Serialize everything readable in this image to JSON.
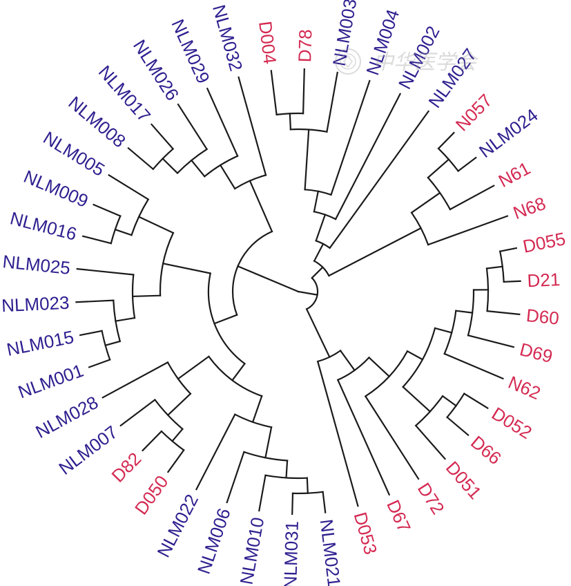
{
  "colors": {
    "group_nlm": "#2e1f8f",
    "group_other": "#d42a52",
    "branch": "#1a1a1a",
    "background": "#ffffff"
  },
  "leaves": [
    {
      "label": "D004",
      "color": "group_other"
    },
    {
      "label": "D78",
      "color": "group_other"
    },
    {
      "label": "NLM003",
      "color": "group_nlm"
    },
    {
      "label": "NLM004",
      "color": "group_nlm"
    },
    {
      "label": "NLM002",
      "color": "group_nlm"
    },
    {
      "label": "NLM027",
      "color": "group_nlm"
    },
    {
      "label": "N057",
      "color": "group_other"
    },
    {
      "label": "NLM024",
      "color": "group_nlm"
    },
    {
      "label": "N61",
      "color": "group_other"
    },
    {
      "label": "N68",
      "color": "group_other"
    },
    {
      "label": "D055",
      "color": "group_other"
    },
    {
      "label": "D21",
      "color": "group_other"
    },
    {
      "label": "D60",
      "color": "group_other"
    },
    {
      "label": "D69",
      "color": "group_other"
    },
    {
      "label": "N62",
      "color": "group_other"
    },
    {
      "label": "D052",
      "color": "group_other"
    },
    {
      "label": "D66",
      "color": "group_other"
    },
    {
      "label": "D051",
      "color": "group_other"
    },
    {
      "label": "D72",
      "color": "group_other"
    },
    {
      "label": "D67",
      "color": "group_other"
    },
    {
      "label": "D053",
      "color": "group_other"
    },
    {
      "label": "NLM021",
      "color": "group_nlm"
    },
    {
      "label": "NLM031",
      "color": "group_nlm"
    },
    {
      "label": "NLM010",
      "color": "group_nlm"
    },
    {
      "label": "NLM006",
      "color": "group_nlm"
    },
    {
      "label": "NLM022",
      "color": "group_nlm"
    },
    {
      "label": "D050",
      "color": "group_other"
    },
    {
      "label": "D82",
      "color": "group_other"
    },
    {
      "label": "NLM007",
      "color": "group_nlm"
    },
    {
      "label": "NLM028",
      "color": "group_nlm"
    },
    {
      "label": "NLM001",
      "color": "group_nlm"
    },
    {
      "label": "NLM015",
      "color": "group_nlm"
    },
    {
      "label": "NLM023",
      "color": "group_nlm"
    },
    {
      "label": "NLM025",
      "color": "group_nlm"
    },
    {
      "label": "NLM016",
      "color": "group_nlm"
    },
    {
      "label": "NLM009",
      "color": "group_nlm"
    },
    {
      "label": "NLM005",
      "color": "group_nlm"
    },
    {
      "label": "NLM008",
      "color": "group_nlm"
    },
    {
      "label": "NLM017",
      "color": "group_nlm"
    },
    {
      "label": "NLM026",
      "color": "group_nlm"
    },
    {
      "label": "NLM029",
      "color": "group_nlm"
    },
    {
      "label": "NLM032",
      "color": "group_nlm"
    }
  ],
  "watermark": {
    "icon": "seal-icon",
    "text": "中华医学会"
  }
}
